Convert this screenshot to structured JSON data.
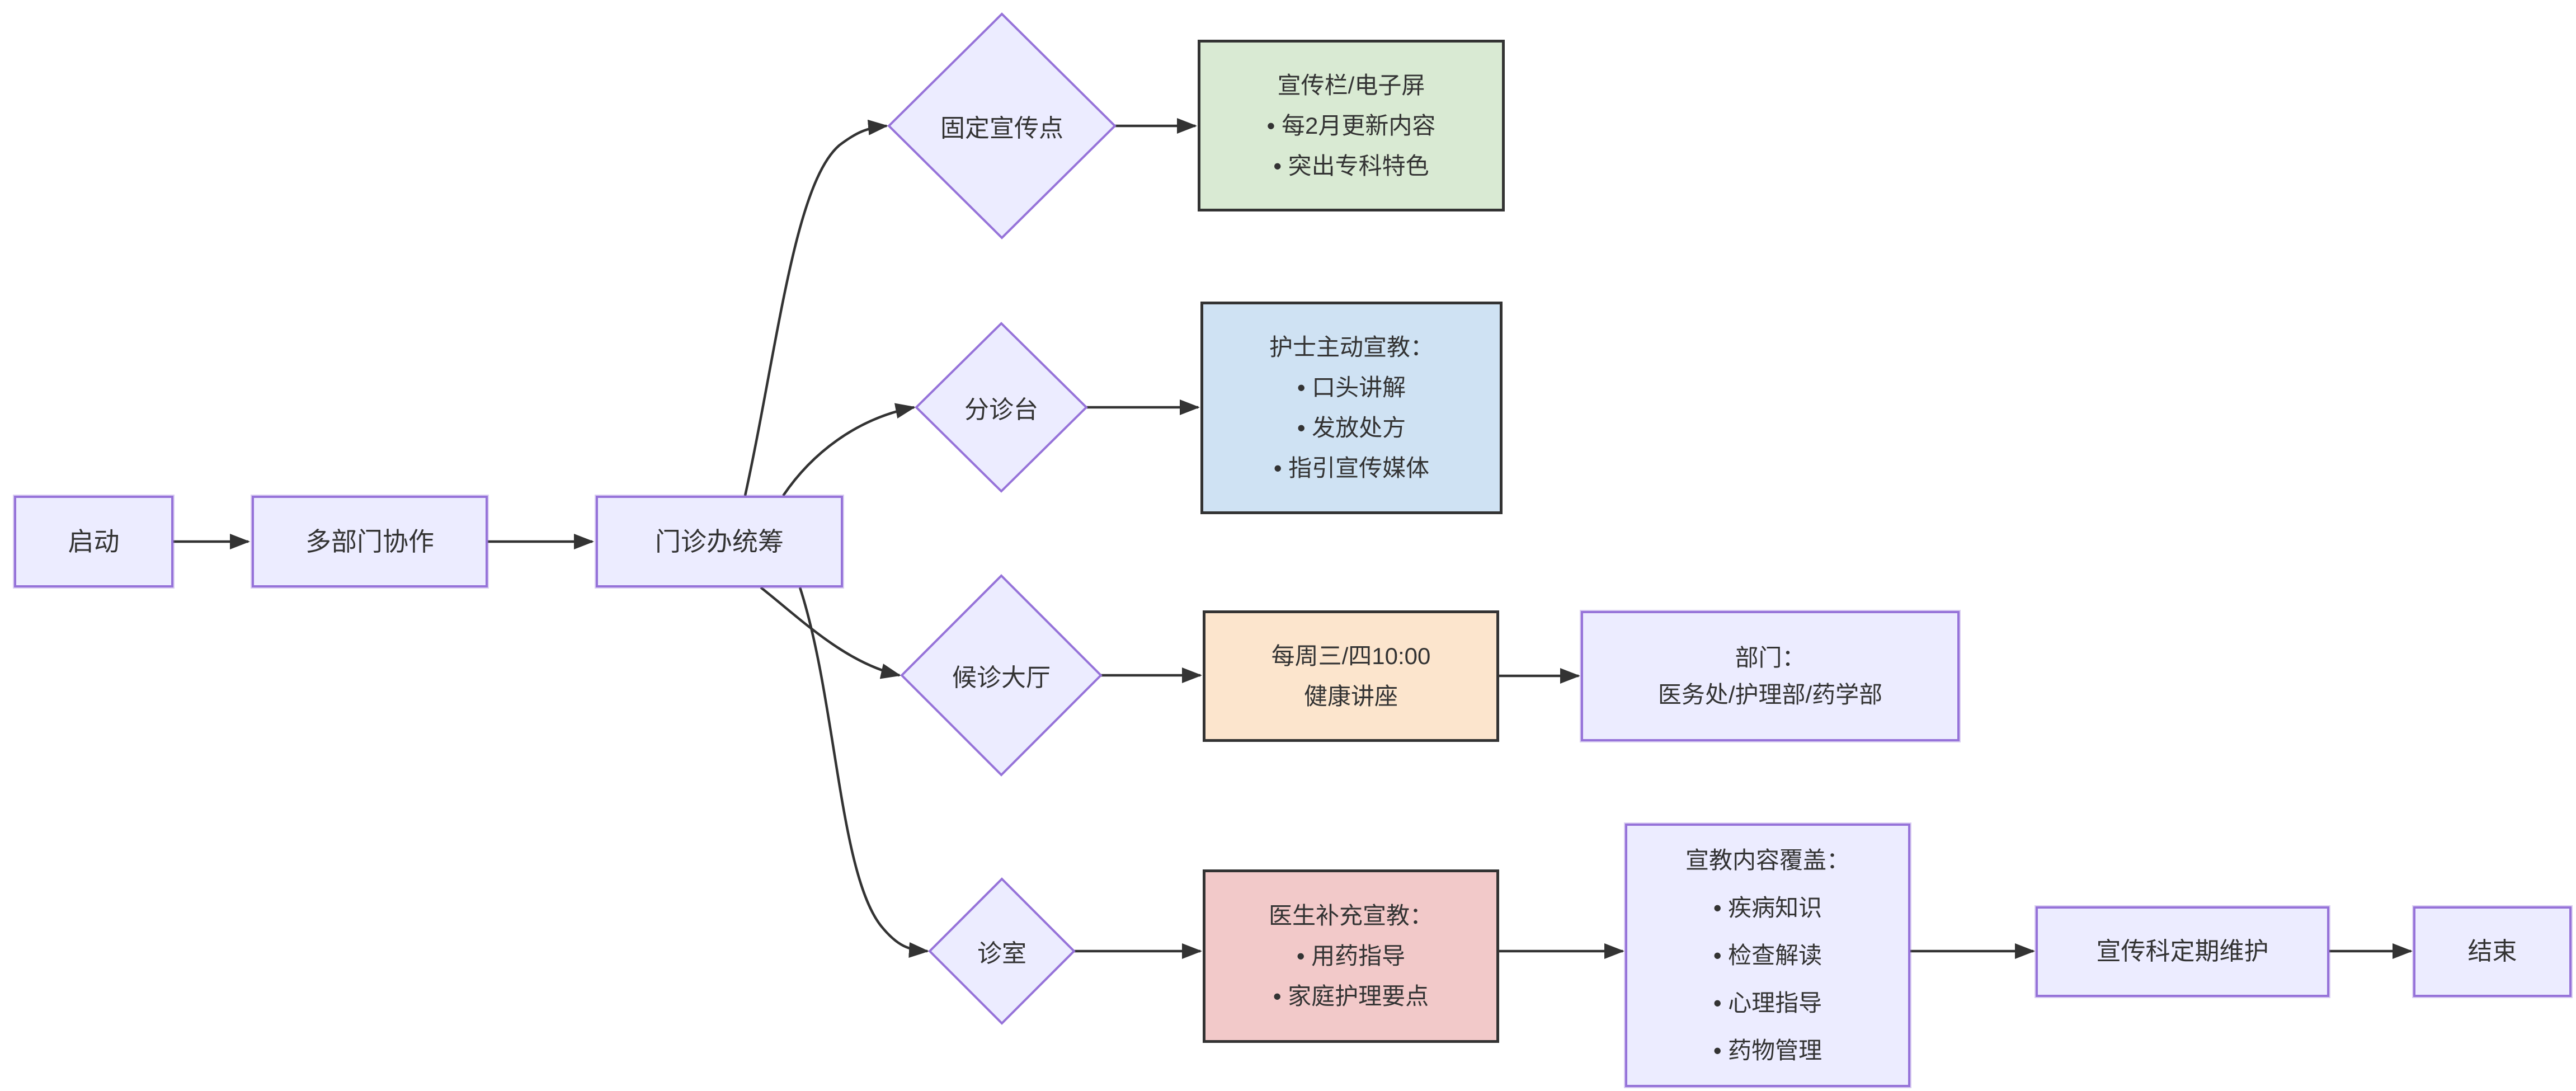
{
  "diagram": {
    "type": "flowchart",
    "direction": "left-to-right",
    "colors": {
      "background": "#FFFFFF",
      "node_fill": "#ECECFF",
      "node_border": "#9673D9",
      "green_fill": "#D9EAD3",
      "blue_fill": "#CFE2F3",
      "orange_fill": "#FCE5CD",
      "pink_fill": "#F2C9C9",
      "dark_border": "#333333",
      "edge": "#333333",
      "text": "#333333"
    },
    "nodes": {
      "start": {
        "shape": "rect",
        "label": "启动"
      },
      "collaboration": {
        "shape": "rect",
        "label": "多部门协作"
      },
      "outpatient_office": {
        "shape": "rect",
        "label": "门诊办统筹"
      },
      "fixed_point": {
        "shape": "diamond",
        "label": "固定宣传点"
      },
      "triage_desk": {
        "shape": "diamond",
        "label": "分诊台"
      },
      "waiting_hall": {
        "shape": "diamond",
        "label": "候诊大厅"
      },
      "consult_room": {
        "shape": "diamond",
        "label": "诊室"
      },
      "bulletin": {
        "shape": "rect",
        "fill": "#D9EAD3",
        "lines": [
          "宣传栏/电子屏",
          "• 每2月更新内容",
          "• 突出专科特色"
        ]
      },
      "nurse_education": {
        "shape": "rect",
        "fill": "#CFE2F3",
        "lines": [
          "护士主动宣教：",
          "• 口头讲解",
          "• 发放处方",
          "• 指引宣传媒体"
        ]
      },
      "lecture": {
        "shape": "rect",
        "fill": "#FCE5CD",
        "lines": [
          "每周三/四10:00",
          "健康讲座"
        ]
      },
      "departments": {
        "shape": "rect",
        "fill": "#ECECFF",
        "lines": [
          "部门：",
          "医务处/护理部/药学部"
        ]
      },
      "doctor_education": {
        "shape": "rect",
        "fill": "#F2C9C9",
        "lines": [
          "医生补充宣教：",
          "• 用药指导",
          "• 家庭护理要点"
        ]
      },
      "coverage": {
        "shape": "rect",
        "fill": "#ECECFF",
        "lines": [
          "宣教内容覆盖：",
          "• 疾病知识",
          "• 检查解读",
          "• 心理指导",
          "• 药物管理"
        ]
      },
      "maintenance": {
        "shape": "rect",
        "label": "宣传科定期维护"
      },
      "end": {
        "shape": "rect",
        "label": "结束"
      }
    },
    "edges": [
      {
        "from": "start",
        "to": "collaboration"
      },
      {
        "from": "collaboration",
        "to": "outpatient_office"
      },
      {
        "from": "outpatient_office",
        "to": "fixed_point"
      },
      {
        "from": "outpatient_office",
        "to": "triage_desk"
      },
      {
        "from": "outpatient_office",
        "to": "waiting_hall"
      },
      {
        "from": "outpatient_office",
        "to": "consult_room"
      },
      {
        "from": "fixed_point",
        "to": "bulletin"
      },
      {
        "from": "triage_desk",
        "to": "nurse_education"
      },
      {
        "from": "waiting_hall",
        "to": "lecture"
      },
      {
        "from": "consult_room",
        "to": "doctor_education"
      },
      {
        "from": "lecture",
        "to": "departments"
      },
      {
        "from": "doctor_education",
        "to": "coverage"
      },
      {
        "from": "coverage",
        "to": "maintenance"
      },
      {
        "from": "maintenance",
        "to": "end"
      }
    ]
  }
}
